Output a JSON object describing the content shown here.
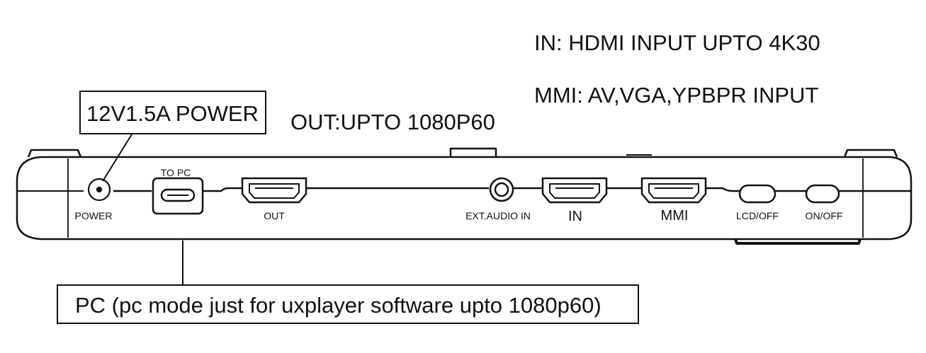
{
  "annotations": {
    "hdmi_in_note": "IN: HDMI INPUT UPTO 4K30",
    "mmi_note": "MMI: AV,VGA,YPBPR INPUT",
    "power_box": "12V1.5A POWER",
    "out_note": "OUT:UPTO 1080P60",
    "pc_box": "PC (pc mode just for uxplayer software upto 1080p60)"
  },
  "ports": {
    "power": "POWER",
    "to_pc": "TO PC",
    "out": "OUT",
    "ext_audio": "EXT.AUDIO IN",
    "in": "IN",
    "mmi": "MMI",
    "lcd_off": "LCD/OFF",
    "on_off": "ON/OFF"
  },
  "colors": {
    "ink": "#111111",
    "background": "#ffffff"
  },
  "icons": {
    "power_jack": "dc-barrel-jack-icon",
    "usb_c": "usb-c-port-icon",
    "hdmi": "hdmi-port-icon",
    "audio_jack": "audio-jack-icon",
    "button": "pill-button-icon"
  }
}
